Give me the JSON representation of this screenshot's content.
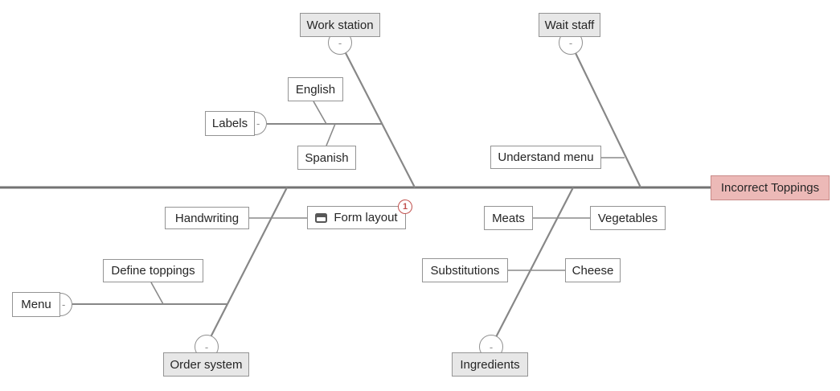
{
  "effect": {
    "label": "Incorrect Toppings"
  },
  "categories": {
    "work_station": {
      "label": "Work station",
      "collapse_glyph": "-"
    },
    "wait_staff": {
      "label": "Wait staff",
      "collapse_glyph": "-"
    },
    "order_system": {
      "label": "Order system",
      "collapse_glyph": "-"
    },
    "ingredients": {
      "label": "Ingredients",
      "collapse_glyph": "-"
    }
  },
  "causes": {
    "labels": {
      "label": "Labels",
      "collapse_glyph": "-"
    },
    "english": {
      "label": "English"
    },
    "spanish": {
      "label": "Spanish"
    },
    "understand_menu": {
      "label": "Understand menu"
    },
    "handwriting": {
      "label": "Handwriting"
    },
    "form_layout": {
      "label": "Form layout",
      "icon": "comment-icon",
      "comment_count": "1"
    },
    "define_toppings": {
      "label": "Define toppings"
    },
    "menu": {
      "label": "Menu",
      "collapse_glyph": "-"
    },
    "meats": {
      "label": "Meats"
    },
    "vegetables": {
      "label": "Vegetables"
    },
    "substitutions": {
      "label": "Substitutions"
    },
    "cheese": {
      "label": "Cheese"
    }
  },
  "structure": {
    "type": "fishbone",
    "effect": "Incorrect Toppings",
    "branches": [
      {
        "category": "Work station",
        "side": "top",
        "sub_branches": [
          {
            "cause": "Labels",
            "children": [
              "English",
              "Spanish"
            ]
          }
        ]
      },
      {
        "category": "Wait staff",
        "side": "top",
        "causes": [
          "Understand menu"
        ]
      },
      {
        "category": "Order system",
        "side": "bottom",
        "causes": [
          "Handwriting",
          "Form layout"
        ],
        "sub_branches": [
          {
            "cause": "Menu",
            "children": [
              "Define toppings"
            ]
          }
        ]
      },
      {
        "category": "Ingredients",
        "side": "bottom",
        "causes": [
          "Meats",
          "Vegetables",
          "Substitutions",
          "Cheese"
        ]
      }
    ]
  },
  "colors": {
    "effect_fill": "#ECB9B7",
    "effect_border": "#C98A88",
    "category_fill": "#E7E7E7",
    "node_border": "#949494",
    "spine_line": "#737373",
    "branch_line": "#878787",
    "badge_red": "#C0504D",
    "text": "#262626"
  }
}
